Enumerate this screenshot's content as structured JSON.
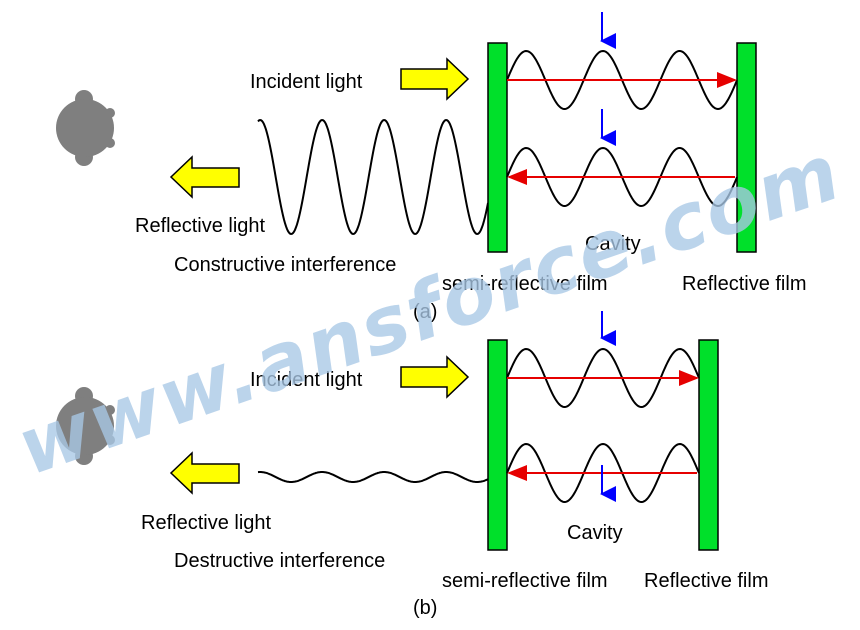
{
  "colors": {
    "film": "#00e02a",
    "film_border": "#000000",
    "arrow_fill": "#ffff00",
    "ray": "#e60000",
    "marker": "#0000ff",
    "viewer": "#7f7f7f",
    "watermark": "#a9c8e6"
  },
  "watermark": {
    "text": "www.ansforce.com"
  },
  "panels": [
    {
      "id": "a",
      "caption": "(a)",
      "incident_label": "Incident light",
      "reflective_label": "Reflective light",
      "interference_label": "Constructive interference",
      "cavity_label": "Cavity",
      "semi_film_label": "semi-reflective film",
      "reflective_film_label": "Reflective film"
    },
    {
      "id": "b",
      "caption": "(b)",
      "incident_label": "Incident light",
      "reflective_label": "Reflective light",
      "interference_label": "Destructive interference",
      "cavity_label": "Cavity",
      "semi_film_label": "semi-reflective film",
      "reflective_film_label": "Reflective film"
    }
  ]
}
